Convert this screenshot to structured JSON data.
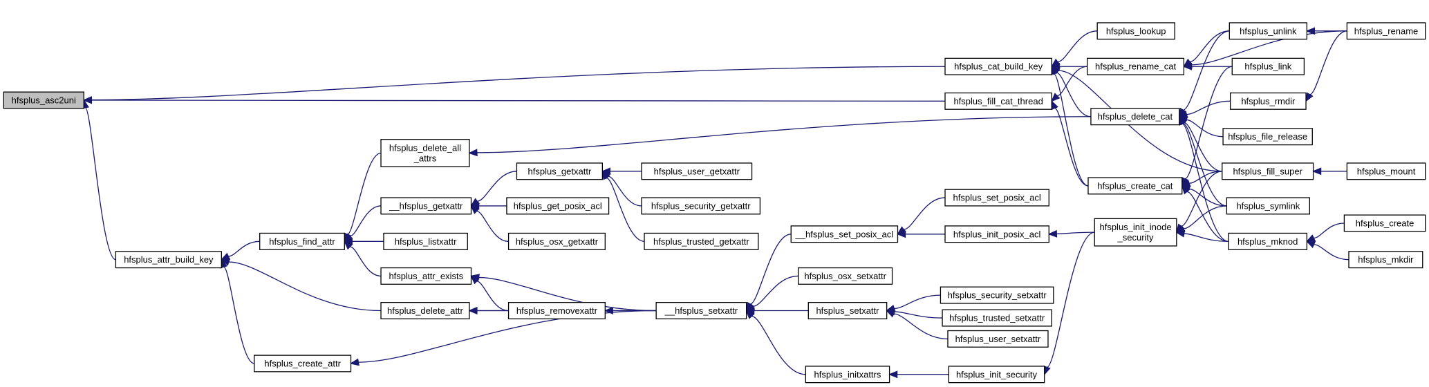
{
  "graph": {
    "root": "hfsplus_asc2uni",
    "colors": {
      "edge": "#191970",
      "root_fill": "#bfbfbf",
      "node_fill": "#ffffff",
      "border": "#000000"
    },
    "nodes": [
      {
        "id": "asc2uni",
        "label": [
          "hfsplus_asc2uni"
        ]
      },
      {
        "id": "attr_build_key",
        "label": [
          "hfsplus_attr_build_key"
        ]
      },
      {
        "id": "cat_build_key",
        "label": [
          "hfsplus_cat_build_key"
        ]
      },
      {
        "id": "fill_cat_thread",
        "label": [
          "hfsplus_fill_cat_thread"
        ]
      },
      {
        "id": "find_attr",
        "label": [
          "hfsplus_find_attr"
        ]
      },
      {
        "id": "delete_attr",
        "label": [
          "hfsplus_delete_attr"
        ]
      },
      {
        "id": "create_attr",
        "label": [
          "hfsplus_create_attr"
        ]
      },
      {
        "id": "delete_all_attrs",
        "label": [
          "hfsplus_delete_all",
          "_attrs"
        ]
      },
      {
        "id": "__getxattr",
        "label": [
          "__hfsplus_getxattr"
        ]
      },
      {
        "id": "listxattr",
        "label": [
          "hfsplus_listxattr"
        ]
      },
      {
        "id": "attr_exists",
        "label": [
          "hfsplus_attr_exists"
        ]
      },
      {
        "id": "getxattr",
        "label": [
          "hfsplus_getxattr"
        ]
      },
      {
        "id": "get_posix_acl",
        "label": [
          "hfsplus_get_posix_acl"
        ]
      },
      {
        "id": "osx_getxattr",
        "label": [
          "hfsplus_osx_getxattr"
        ]
      },
      {
        "id": "removexattr",
        "label": [
          "hfsplus_removexattr"
        ]
      },
      {
        "id": "user_getxattr",
        "label": [
          "hfsplus_user_getxattr"
        ]
      },
      {
        "id": "security_getxattr",
        "label": [
          "hfsplus_security_getxattr"
        ]
      },
      {
        "id": "trusted_getxattr",
        "label": [
          "hfsplus_trusted_getxattr"
        ]
      },
      {
        "id": "__setxattr",
        "label": [
          "__hfsplus_setxattr"
        ]
      },
      {
        "id": "__set_posix_acl",
        "label": [
          "__hfsplus_set_posix_acl"
        ]
      },
      {
        "id": "osx_setxattr",
        "label": [
          "hfsplus_osx_setxattr"
        ]
      },
      {
        "id": "setxattr",
        "label": [
          "hfsplus_setxattr"
        ]
      },
      {
        "id": "initxattrs",
        "label": [
          "hfsplus_initxattrs"
        ]
      },
      {
        "id": "set_posix_acl",
        "label": [
          "hfsplus_set_posix_acl"
        ]
      },
      {
        "id": "init_posix_acl",
        "label": [
          "hfsplus_init_posix_acl"
        ]
      },
      {
        "id": "security_setxattr",
        "label": [
          "hfsplus_security_setxattr"
        ]
      },
      {
        "id": "trusted_setxattr",
        "label": [
          "hfsplus_trusted_setxattr"
        ]
      },
      {
        "id": "user_setxattr",
        "label": [
          "hfsplus_user_setxattr"
        ]
      },
      {
        "id": "init_security",
        "label": [
          "hfsplus_init_security"
        ]
      },
      {
        "id": "lookup",
        "label": [
          "hfsplus_lookup"
        ]
      },
      {
        "id": "rename_cat",
        "label": [
          "hfsplus_rename_cat"
        ]
      },
      {
        "id": "delete_cat",
        "label": [
          "hfsplus_delete_cat"
        ]
      },
      {
        "id": "create_cat",
        "label": [
          "hfsplus_create_cat"
        ]
      },
      {
        "id": "init_inode_security",
        "label": [
          "hfsplus_init_inode",
          "_security"
        ]
      },
      {
        "id": "unlink",
        "label": [
          "hfsplus_unlink"
        ]
      },
      {
        "id": "link",
        "label": [
          "hfsplus_link"
        ]
      },
      {
        "id": "rmdir",
        "label": [
          "hfsplus_rmdir"
        ]
      },
      {
        "id": "file_release",
        "label": [
          "hfsplus_file_release"
        ]
      },
      {
        "id": "fill_super",
        "label": [
          "hfsplus_fill_super"
        ]
      },
      {
        "id": "symlink",
        "label": [
          "hfsplus_symlink"
        ]
      },
      {
        "id": "mknod",
        "label": [
          "hfsplus_mknod"
        ]
      },
      {
        "id": "rename",
        "label": [
          "hfsplus_rename"
        ]
      },
      {
        "id": "mount",
        "label": [
          "hfsplus_mount"
        ]
      },
      {
        "id": "create",
        "label": [
          "hfsplus_create"
        ]
      },
      {
        "id": "mkdir",
        "label": [
          "hfsplus_mkdir"
        ]
      }
    ],
    "edges": [
      [
        "attr_build_key",
        "asc2uni"
      ],
      [
        "cat_build_key",
        "asc2uni"
      ],
      [
        "fill_cat_thread",
        "asc2uni"
      ],
      [
        "find_attr",
        "attr_build_key"
      ],
      [
        "delete_attr",
        "attr_build_key"
      ],
      [
        "create_attr",
        "attr_build_key"
      ],
      [
        "lookup",
        "cat_build_key"
      ],
      [
        "rename_cat",
        "cat_build_key"
      ],
      [
        "delete_cat",
        "cat_build_key"
      ],
      [
        "create_cat",
        "cat_build_key"
      ],
      [
        "fill_super",
        "cat_build_key"
      ],
      [
        "rename_cat",
        "fill_cat_thread"
      ],
      [
        "create_cat",
        "fill_cat_thread"
      ],
      [
        "delete_all_attrs",
        "find_attr"
      ],
      [
        "__getxattr",
        "find_attr"
      ],
      [
        "listxattr",
        "find_attr"
      ],
      [
        "attr_exists",
        "find_attr"
      ],
      [
        "removexattr",
        "delete_attr"
      ],
      [
        "__setxattr",
        "delete_attr"
      ],
      [
        "__setxattr",
        "create_attr"
      ],
      [
        "delete_cat",
        "delete_all_attrs"
      ],
      [
        "getxattr",
        "__getxattr"
      ],
      [
        "get_posix_acl",
        "__getxattr"
      ],
      [
        "osx_getxattr",
        "__getxattr"
      ],
      [
        "user_getxattr",
        "getxattr"
      ],
      [
        "security_getxattr",
        "getxattr"
      ],
      [
        "trusted_getxattr",
        "getxattr"
      ],
      [
        "removexattr",
        "attr_exists"
      ],
      [
        "__setxattr",
        "attr_exists"
      ],
      [
        "__setxattr",
        "removexattr"
      ],
      [
        "__set_posix_acl",
        "__setxattr"
      ],
      [
        "osx_setxattr",
        "__setxattr"
      ],
      [
        "setxattr",
        "__setxattr"
      ],
      [
        "initxattrs",
        "__setxattr"
      ],
      [
        "set_posix_acl",
        "__set_posix_acl"
      ],
      [
        "init_posix_acl",
        "__set_posix_acl"
      ],
      [
        "security_setxattr",
        "setxattr"
      ],
      [
        "trusted_setxattr",
        "setxattr"
      ],
      [
        "user_setxattr",
        "setxattr"
      ],
      [
        "init_security",
        "initxattrs"
      ],
      [
        "init_inode_security",
        "init_posix_acl"
      ],
      [
        "init_inode_security",
        "init_security"
      ],
      [
        "unlink",
        "rename_cat"
      ],
      [
        "rename",
        "rename_cat"
      ],
      [
        "link",
        "rename_cat"
      ],
      [
        "unlink",
        "delete_cat"
      ],
      [
        "rmdir",
        "delete_cat"
      ],
      [
        "file_release",
        "delete_cat"
      ],
      [
        "fill_super",
        "delete_cat"
      ],
      [
        "symlink",
        "delete_cat"
      ],
      [
        "mknod",
        "delete_cat"
      ],
      [
        "link",
        "create_cat"
      ],
      [
        "fill_super",
        "create_cat"
      ],
      [
        "symlink",
        "create_cat"
      ],
      [
        "mknod",
        "create_cat"
      ],
      [
        "fill_super",
        "init_inode_security"
      ],
      [
        "symlink",
        "init_inode_security"
      ],
      [
        "mknod",
        "init_inode_security"
      ],
      [
        "rename",
        "unlink"
      ],
      [
        "rename",
        "rmdir"
      ],
      [
        "mount",
        "fill_super"
      ],
      [
        "create",
        "mknod"
      ],
      [
        "mkdir",
        "mknod"
      ]
    ]
  }
}
